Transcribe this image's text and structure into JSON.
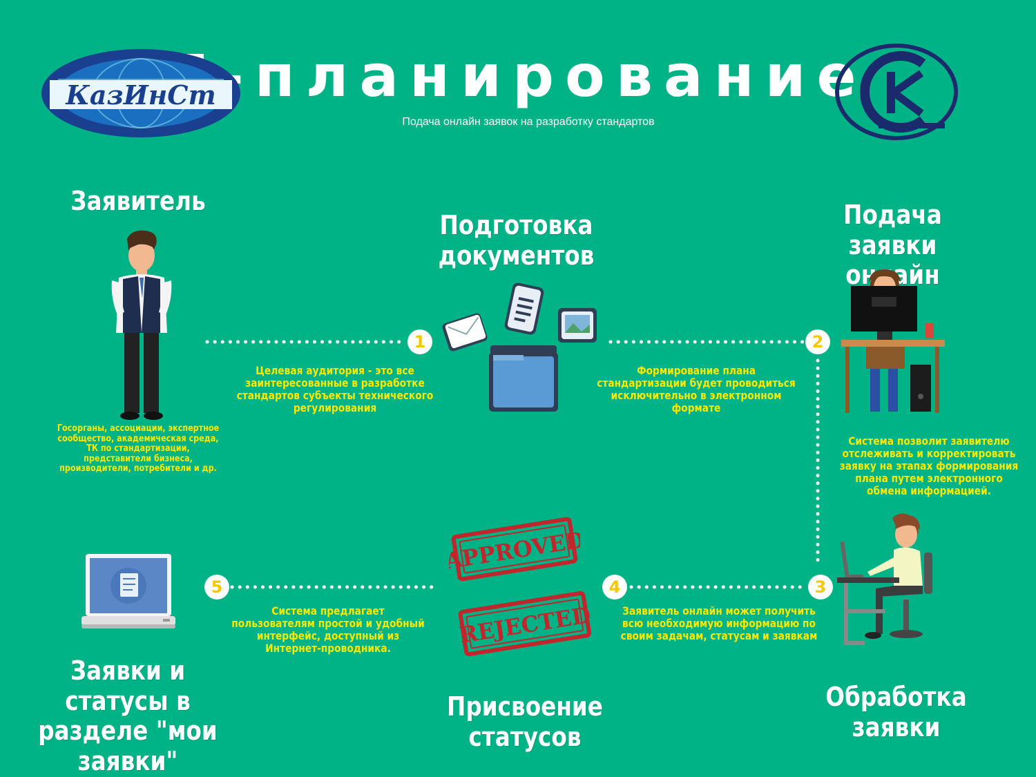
{
  "header": {
    "title": "E-планирование",
    "subtitle": "Подача онлайн заявок на разработку стандартов",
    "logo_left_text": "КазИнСт",
    "logo_right_text": "КС"
  },
  "colors": {
    "background": "#00b386",
    "heading": "#ffffff",
    "note": "#ffe800",
    "badge_text": "#f6c800",
    "logo_blue": "#1a3f8f",
    "stamp_red": "#c0262c"
  },
  "steps": {
    "applicant": {
      "title": "Заявитель",
      "note": "Госорганы, ассоциации, экспертное сообщество, академическая среда, ТК по стандартизации, представители бизнеса, производители, потребители и др."
    },
    "documents": {
      "title": "Подготовка документов",
      "badge": "1",
      "note": "Целевая аудитория - это все заинтересованные в разработке стандартов субъекты технического регулирования"
    },
    "submit": {
      "title": "Подача заявки онлайн",
      "badge": "2",
      "note": "Формирование плана стандартизации будет проводиться исключительно в электронном формате",
      "note2": "Система позволит заявителю отслеживать и корректировать заявку на этапах формирования плана путем электронного обмена информацией."
    },
    "processing": {
      "title": "Обработка заявки",
      "badge": "3"
    },
    "statuses": {
      "title": "Присвоение статусов",
      "badge": "4",
      "note": "Заявитель онлайн может получить всю необходимую информацию по своим задачам, статусам и заявкам",
      "stamp_approved": "APPROVED",
      "stamp_rejected": "REJECTED"
    },
    "my_requests": {
      "title": "Заявки и статусы в разделе \"мои заявки\"",
      "badge": "5",
      "note": "Система предлагает пользователям простой и удобный интерфейс, доступный  из Интернет-проводника."
    }
  },
  "icons": [
    "applicant-person-icon",
    "documents-folder-icon",
    "desk-computer-user-icon",
    "woman-at-computer-icon",
    "laptop-checklist-icon",
    "approved-stamp-icon",
    "rejected-stamp-icon"
  ]
}
